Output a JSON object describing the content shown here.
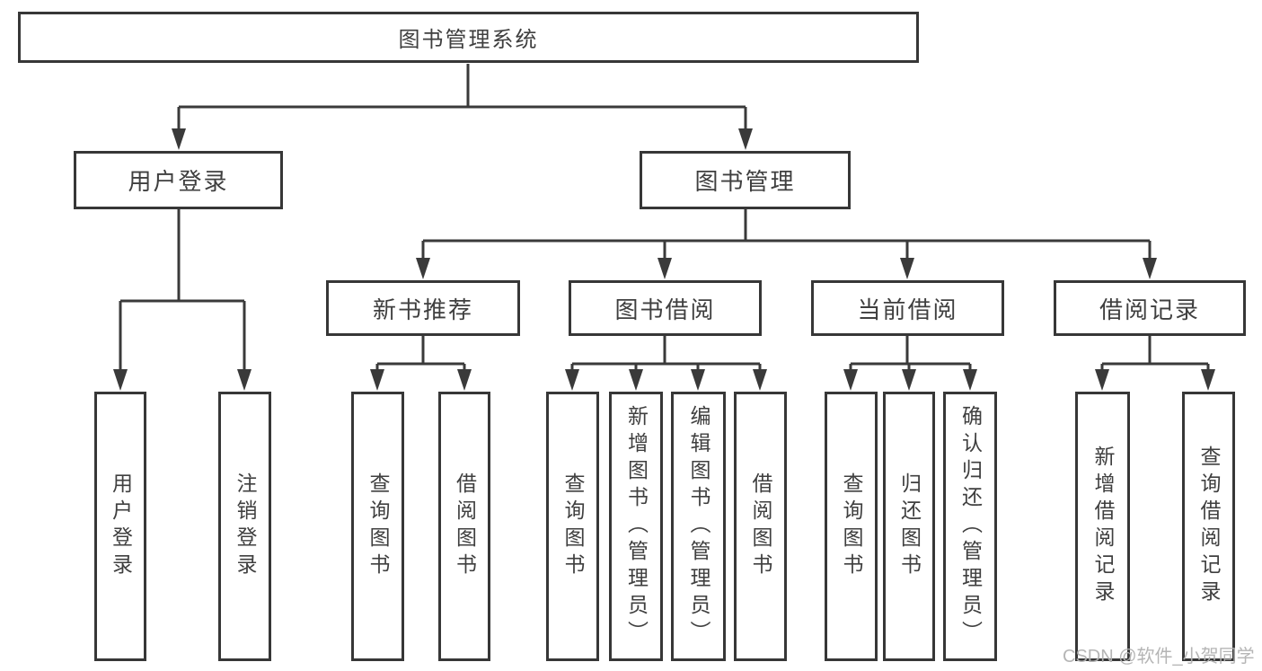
{
  "diagram": {
    "root": "图书管理系统",
    "level2": {
      "user_login": "用户登录",
      "book_management": "图书管理"
    },
    "level3": {
      "new_book_recommend": "新书推荐",
      "book_borrow": "图书借阅",
      "current_borrow": "当前借阅",
      "borrow_records": "借阅记录"
    },
    "leaves": {
      "user_login": [
        "用户登录",
        "注销登录"
      ],
      "new_book_recommend": [
        "查询图书",
        "借阅图书"
      ],
      "book_borrow": [
        "查询图书",
        "新增图书（管理员）",
        "编辑图书（管理员）",
        "借阅图书"
      ],
      "current_borrow": [
        "查询图书",
        "归还图书",
        "确认归还（管理员）"
      ],
      "borrow_records": [
        "新增借阅记录",
        "查询借阅记录"
      ]
    }
  },
  "watermark": "CSDN @软件_小贺同学",
  "colors": {
    "line": "#3a3a3a",
    "border": "#373737",
    "text": "#3f3f3f",
    "background": "#ffffff",
    "watermark": "#b2b2b2"
  }
}
